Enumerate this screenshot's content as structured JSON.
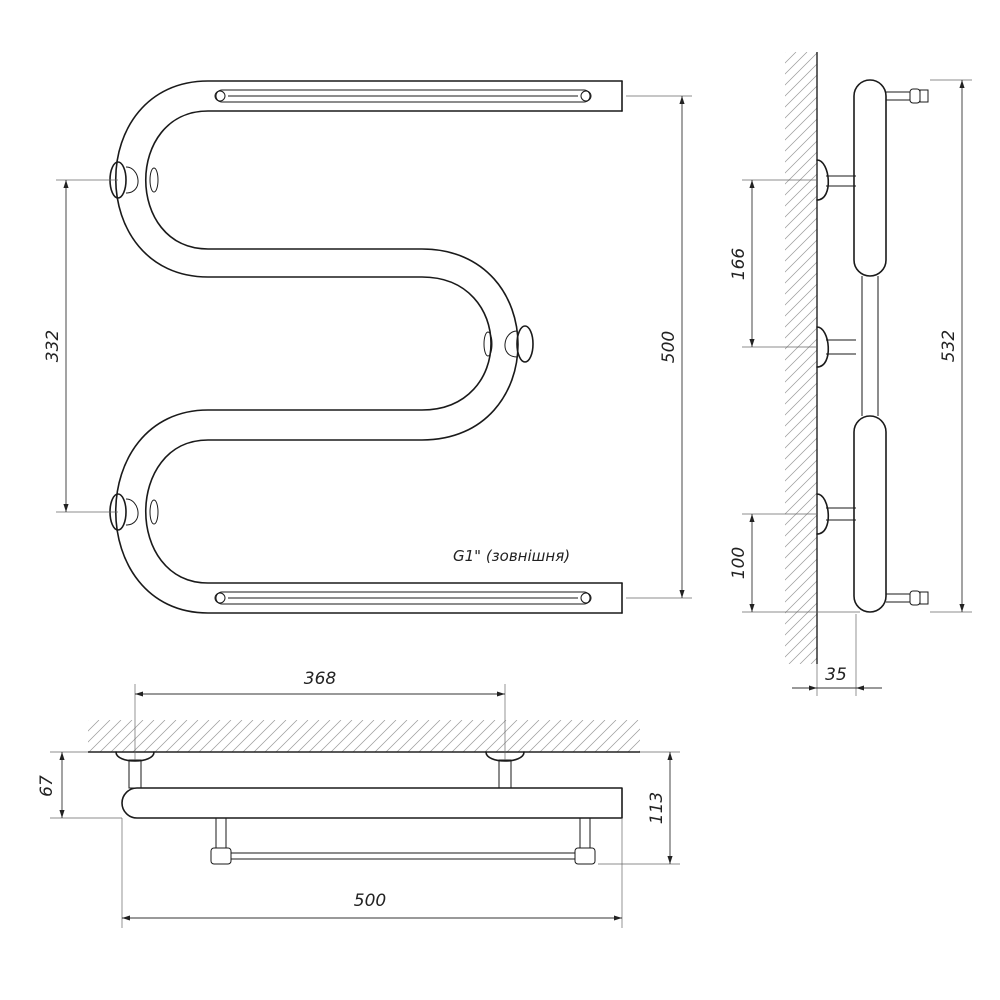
{
  "dimensions": {
    "front_mount_spacing": "332",
    "front_height": "500",
    "side_mount_spacing": "166",
    "side_overall_height": "532",
    "side_bottom_offset": "100",
    "side_wall_offset": "35",
    "top_mount_spacing": "368",
    "top_depth_to_pipe": "67",
    "top_overall_depth": "113",
    "top_width": "500"
  },
  "notes": {
    "thread": "G1\" (зовнішня)"
  }
}
